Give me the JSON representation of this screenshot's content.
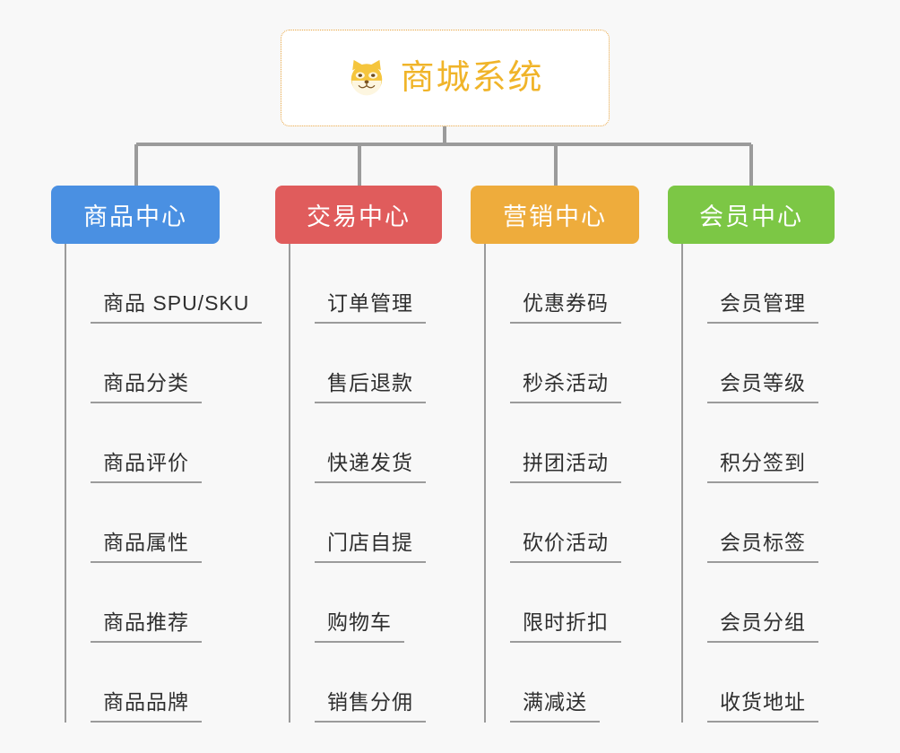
{
  "background_color": "#f8f8f8",
  "root": {
    "title": "商城系统",
    "icon": "shiba-dog-face-icon",
    "text_color": "#f0b429",
    "border_color": "#e8a33d",
    "background": "#ffffff"
  },
  "connector_color": "#9b9b9b",
  "branches": [
    {
      "id": "product",
      "label": "商品中心",
      "color": "#4a90e2",
      "items": [
        "商品 SPU/SKU",
        "商品分类",
        "商品评价",
        "商品属性",
        "商品推荐",
        "商品品牌"
      ]
    },
    {
      "id": "trade",
      "label": "交易中心",
      "color": "#e05c5c",
      "items": [
        "订单管理",
        "售后退款",
        "快递发货",
        "门店自提",
        "购物车",
        "销售分佣"
      ]
    },
    {
      "id": "market",
      "label": "营销中心",
      "color": "#eeac3c",
      "items": [
        "优惠券码",
        "秒杀活动",
        "拼团活动",
        "砍价活动",
        "限时折扣",
        "满减送"
      ]
    },
    {
      "id": "member",
      "label": "会员中心",
      "color": "#7cc745",
      "items": [
        "会员管理",
        "会员等级",
        "积分签到",
        "会员标签",
        "会员分组",
        "收货地址"
      ]
    }
  ]
}
